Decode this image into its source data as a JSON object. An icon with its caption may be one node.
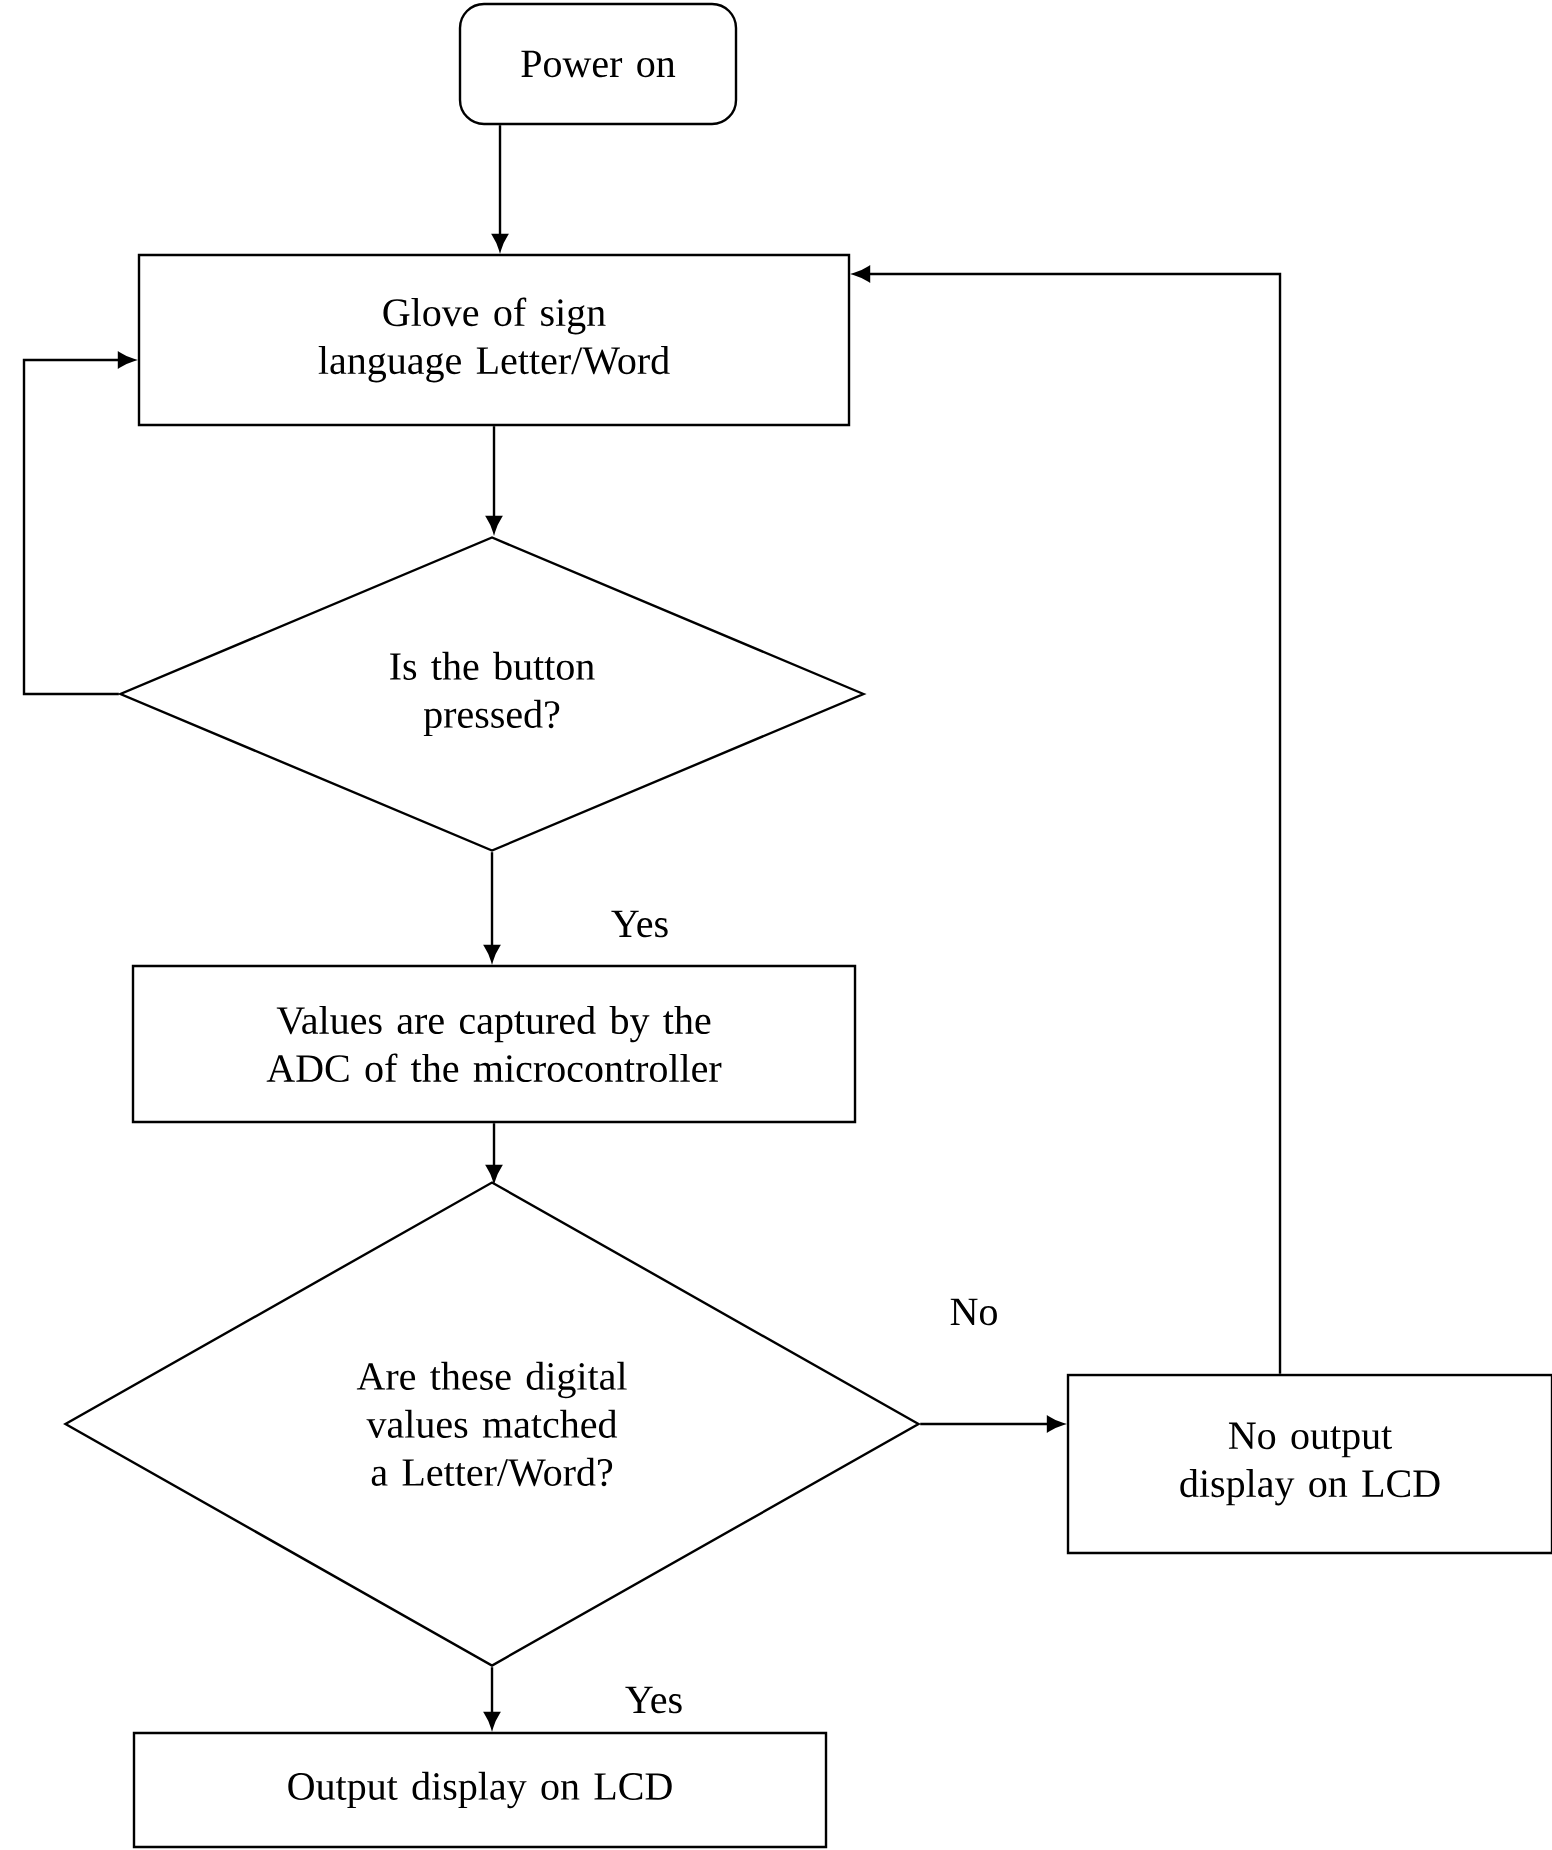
{
  "diagram": {
    "nodes": [
      {
        "text": [
          "Power on"
        ]
      },
      {
        "text": [
          "Glove of sign language Letter/Word"
        ]
      },
      {
        "text": [
          "Is the button pressed?"
        ]
      },
      {
        "text": [
          "Values are captured by the ADC of the microcontroller"
        ]
      },
      {
        "text": [
          "Are these digital values matched a Letter/Word?"
        ]
      },
      {
        "text": [
          "No output display on LCD"
        ]
      },
      {
        "text": [
          "Output display on LCD"
        ]
      }
    ],
    "edges": [
      {
        "from": 0,
        "to": 1,
        "arrow": "to"
      },
      {
        "from": 1,
        "to": 2,
        "arrow": "to"
      },
      {
        "from": 2,
        "to": 3,
        "arrow": "to",
        "label": "Yes"
      },
      {
        "from": 3,
        "to": 4,
        "arrow": "to"
      },
      {
        "from": 4,
        "to": 5,
        "arrow": "to",
        "label": "No"
      },
      {
        "from": 4,
        "to": 6,
        "arrow": "to",
        "label": "Yes"
      },
      {
        "from": 5,
        "to": 1,
        "arrow": "to"
      },
      {
        "from": 2,
        "to": 1,
        "arrow": "to"
      }
    ]
  }
}
